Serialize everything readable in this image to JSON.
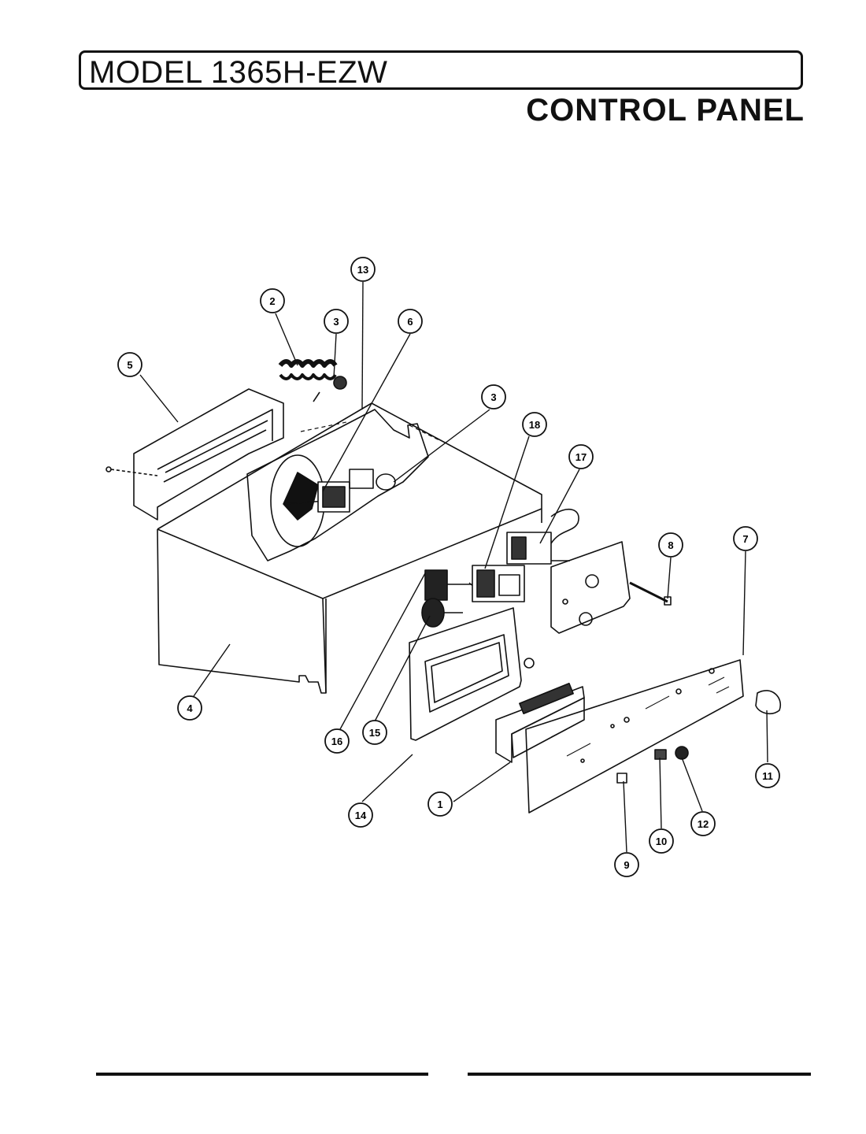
{
  "header": {
    "model_title": "MODEL 1365H-EZW",
    "section_title": "CONTROL PANEL"
  },
  "callouts": [
    {
      "id": "c13",
      "label": "13"
    },
    {
      "id": "c2",
      "label": "2"
    },
    {
      "id": "c3a",
      "label": "3"
    },
    {
      "id": "c6",
      "label": "6"
    },
    {
      "id": "c5",
      "label": "5"
    },
    {
      "id": "c3b",
      "label": "3"
    },
    {
      "id": "c18",
      "label": "18"
    },
    {
      "id": "c17",
      "label": "17"
    },
    {
      "id": "c8",
      "label": "8"
    },
    {
      "id": "c7",
      "label": "7"
    },
    {
      "id": "c4",
      "label": "4"
    },
    {
      "id": "c16",
      "label": "16"
    },
    {
      "id": "c15",
      "label": "15"
    },
    {
      "id": "c14",
      "label": "14"
    },
    {
      "id": "c1",
      "label": "1"
    },
    {
      "id": "c11",
      "label": "11"
    },
    {
      "id": "c12",
      "label": "12"
    },
    {
      "id": "c10",
      "label": "10"
    },
    {
      "id": "c9",
      "label": "9"
    }
  ]
}
